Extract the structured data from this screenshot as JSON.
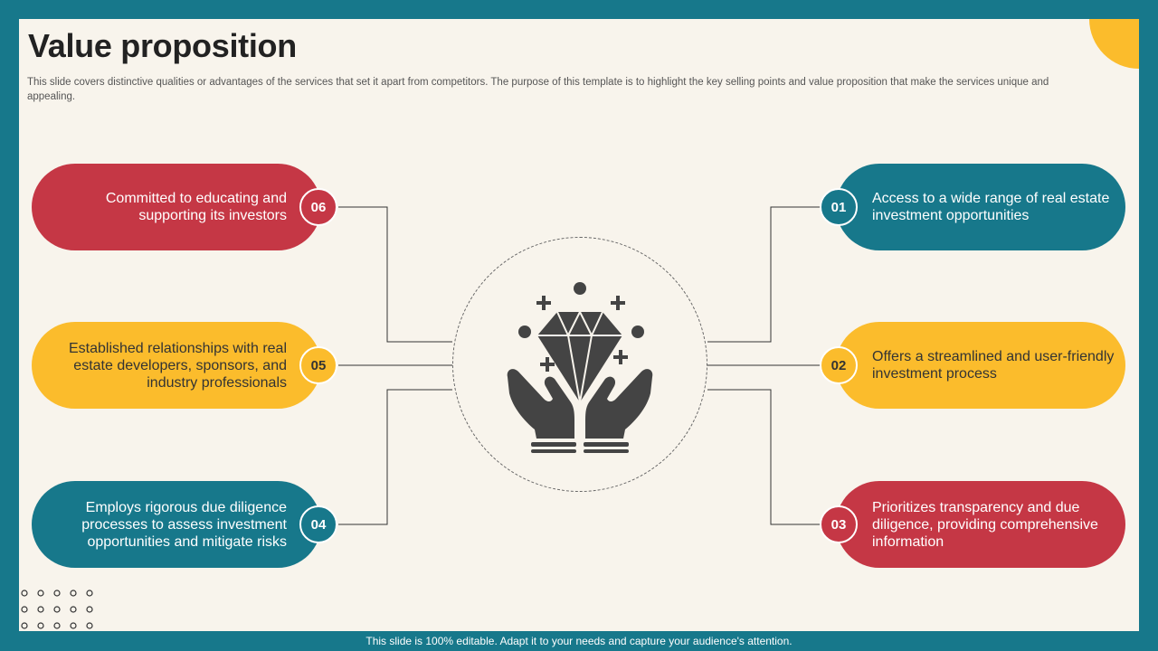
{
  "colors": {
    "frame": "#17788b",
    "background": "#f8f4ec",
    "red": "#c53745",
    "yellow": "#fbbc2c",
    "teal": "#17788b",
    "icon": "#444444"
  },
  "title": "Value proposition",
  "subtitle": "This slide covers distinctive qualities or advantages of the services that set it apart from competitors. The purpose of this template is to highlight the key selling points and value proposition that make the services unique and appealing.",
  "center_icon": "diamond-in-hands-icon",
  "items": [
    {
      "number": "01",
      "text": "Access to a wide range of real estate investment opportunities",
      "color": "teal"
    },
    {
      "number": "02",
      "text": "Offers a streamlined and user-friendly investment process",
      "color": "yellow"
    },
    {
      "number": "03",
      "text": "Prioritizes transparency and due diligence, providing comprehensive information",
      "color": "red"
    },
    {
      "number": "04",
      "text": "Employs rigorous due diligence processes to assess investment opportunities and mitigate risks",
      "color": "teal"
    },
    {
      "number": "05",
      "text": "Established relationships with real estate developers, sponsors, and industry professionals",
      "color": "yellow"
    },
    {
      "number": "06",
      "text": "Committed to educating and supporting its investors",
      "color": "red"
    }
  ],
  "footer": "This slide is 100% editable. Adapt it to your needs and capture your audience's attention."
}
